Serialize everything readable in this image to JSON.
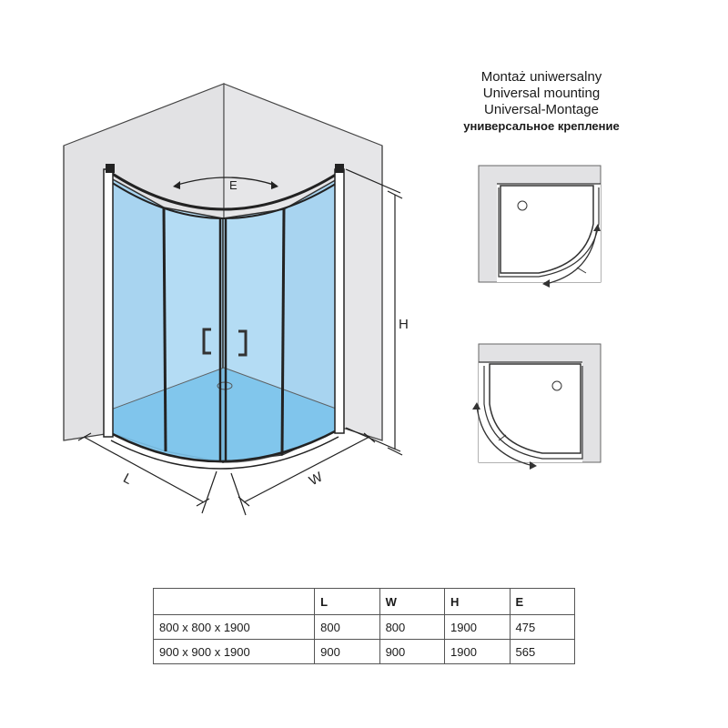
{
  "mounting": {
    "lines": [
      "Montaż uniwersalny",
      "Universal mounting",
      "Universal-Montage",
      "универсальное крепление"
    ]
  },
  "dimensions": {
    "E": "E",
    "H": "H",
    "L": "L",
    "W": "W"
  },
  "table": {
    "headers": [
      "",
      "L",
      "W",
      "H",
      "E"
    ],
    "rows": [
      [
        "800 x 800 x 1900",
        "800",
        "800",
        "1900",
        "475"
      ],
      [
        "900 x 900 x 1900",
        "900",
        "900",
        "1900",
        "565"
      ]
    ]
  },
  "colors": {
    "glass": "#a8d4f0",
    "wall": "#e2e2e4",
    "tray": "#7cc4ec",
    "line": "#222222"
  }
}
